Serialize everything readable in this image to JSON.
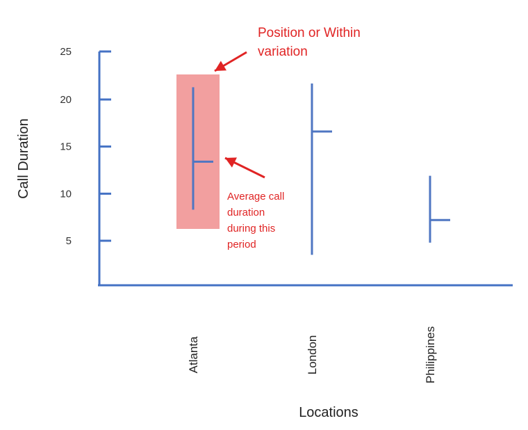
{
  "chart_data": {
    "type": "range",
    "categories": [
      "Atlanta",
      "London",
      "Philippines"
    ],
    "series": [
      {
        "low": [
          8.3,
          3.5,
          4.8
        ],
        "high": [
          21.3,
          21.7,
          11.9
        ],
        "mean": [
          13.4,
          16.6,
          7.2
        ]
      }
    ],
    "xlabel": "Locations",
    "ylabel": "Call Duration",
    "yticks": [
      5,
      10,
      15,
      20,
      25
    ],
    "ylim": [
      0,
      25
    ],
    "grid": false,
    "legend": "none",
    "annotations": [
      {
        "text": "Position or Within variation",
        "lines": [
          "Position or Within",
          "variation"
        ],
        "target": "Atlanta range"
      },
      {
        "text": "Average call duration during this period",
        "lines": [
          "Average call",
          "duration",
          "during this",
          "period"
        ],
        "target": "Atlanta mean"
      }
    ],
    "colors": {
      "axis": "#4472c4",
      "series": "#4f76c2",
      "highlight": "#f19a9a",
      "annotation": "#e02424"
    }
  }
}
